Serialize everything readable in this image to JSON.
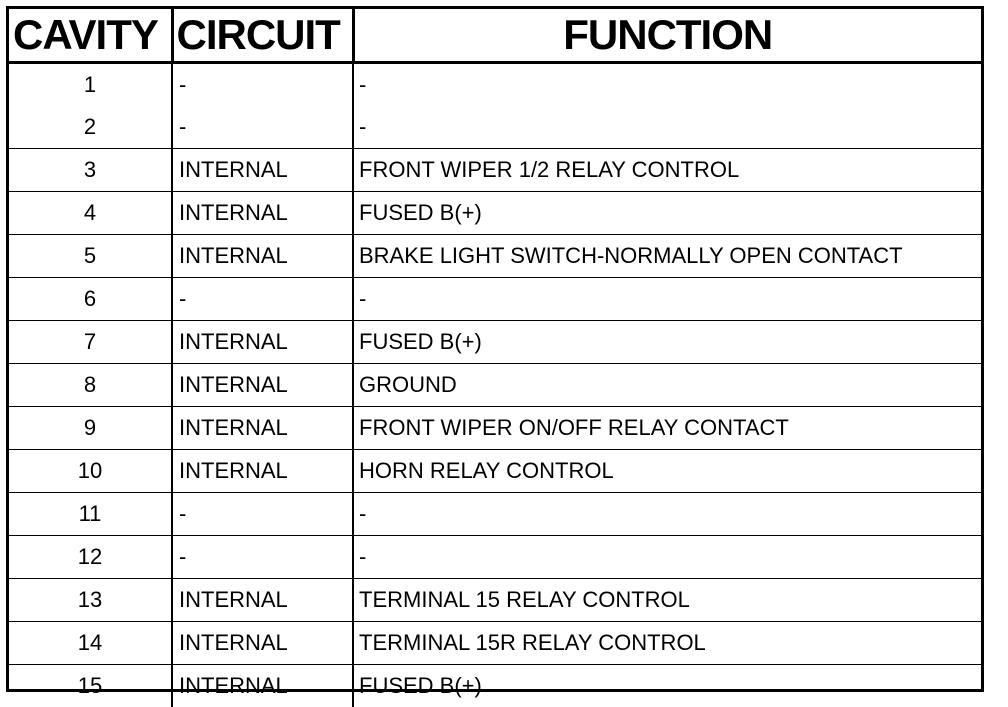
{
  "table": {
    "headers": {
      "cavity": "CAVITY",
      "circuit": "CIRCUIT",
      "function": "FUNCTION"
    },
    "rows": [
      {
        "cavity": "1",
        "circuit": "-",
        "function": "-"
      },
      {
        "cavity": "2",
        "circuit": "-",
        "function": "-"
      },
      {
        "cavity": "3",
        "circuit": "INTERNAL",
        "function": "FRONT WIPER 1/2 RELAY CONTROL"
      },
      {
        "cavity": "4",
        "circuit": "INTERNAL",
        "function": "FUSED B(+)"
      },
      {
        "cavity": "5",
        "circuit": "INTERNAL",
        "function": "BRAKE LIGHT SWITCH-NORMALLY OPEN CONTACT"
      },
      {
        "cavity": "6",
        "circuit": "-",
        "function": "-"
      },
      {
        "cavity": "7",
        "circuit": "INTERNAL",
        "function": "FUSED B(+)"
      },
      {
        "cavity": "8",
        "circuit": "INTERNAL",
        "function": "GROUND"
      },
      {
        "cavity": "9",
        "circuit": "INTERNAL",
        "function": "FRONT WIPER ON/OFF RELAY CONTACT"
      },
      {
        "cavity": "10",
        "circuit": "INTERNAL",
        "function": "HORN RELAY CONTROL"
      },
      {
        "cavity": "11",
        "circuit": "-",
        "function": "-"
      },
      {
        "cavity": "12",
        "circuit": "-",
        "function": "-"
      },
      {
        "cavity": "13",
        "circuit": "INTERNAL",
        "function": "TERMINAL 15 RELAY CONTROL"
      },
      {
        "cavity": "14",
        "circuit": "INTERNAL",
        "function": "TERMINAL 15R RELAY CONTROL"
      },
      {
        "cavity": "15",
        "circuit": "INTERNAL",
        "function": "FUSED B(+)"
      }
    ]
  }
}
